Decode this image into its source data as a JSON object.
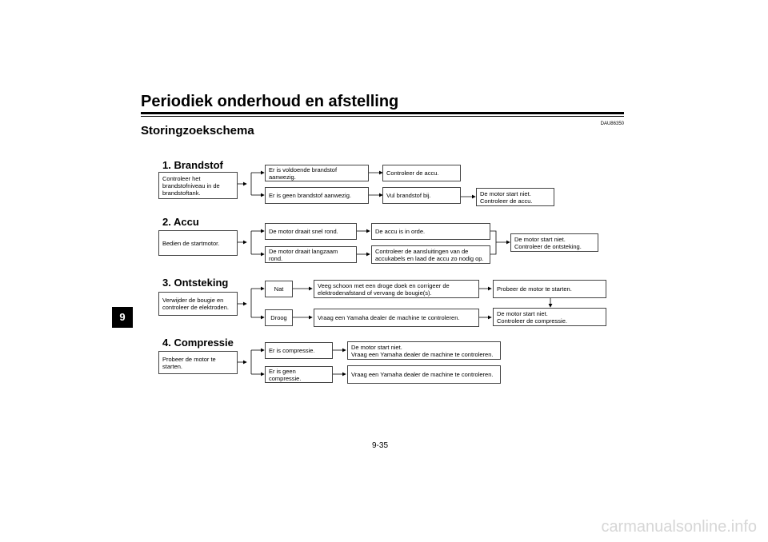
{
  "header": {
    "title": "Periodiek onderhoud en afstelling"
  },
  "section": {
    "title": "Storingzoekschema",
    "code": "DAU86350"
  },
  "chapter_tab": "9",
  "page_number": "9-35",
  "watermark": "carmanualsonline.info",
  "flow": {
    "brandstof": {
      "heading": "1. Brandstof",
      "start": "Controleer het\nbrandstofniveau in de\nbrandstoftank.",
      "yes": "Er is voldoende brandstof aanwezig.",
      "yes_result": "Controleer de accu.",
      "no": "Er is geen brandstof aanwezig.",
      "no_action": "Vul brandstof bij.",
      "no_result": "De motor start niet.\nControleer de accu."
    },
    "accu": {
      "heading": "2. Accu",
      "start": "Bedien de startmotor.",
      "fast": "De motor draait snel rond.",
      "fast_result": "De accu is in orde.",
      "slow": "De motor draait langzaam rond.",
      "slow_action": "Controleer de aansluitingen van de\naccukabels en laad de accu zo nodig op.",
      "result": "De motor start niet.\nControleer de ontsteking."
    },
    "ontsteking": {
      "heading": "3. Ontsteking",
      "start": "Verwijder de bougie en\ncontroleer de elektroden.",
      "wet": "Nat",
      "wet_action": "Veeg schoon met een droge doek en corrigeer de\nelektrodenafstand of vervang de bougie(s).",
      "wet_result": "Probeer de motor te starten.",
      "dry": "Droog",
      "dry_action": "Vraag een Yamaha dealer de machine te controleren.",
      "dry_result": "De motor start niet.\nControleer de compressie."
    },
    "compressie": {
      "heading": "4. Compressie",
      "start": "Probeer de motor te starten.",
      "yes": "Er is compressie.",
      "yes_result": "De motor start niet.\nVraag een Yamaha dealer de machine te controleren.",
      "no": "Er is geen compressie.",
      "no_result": "Vraag een Yamaha dealer de machine te controleren."
    }
  }
}
